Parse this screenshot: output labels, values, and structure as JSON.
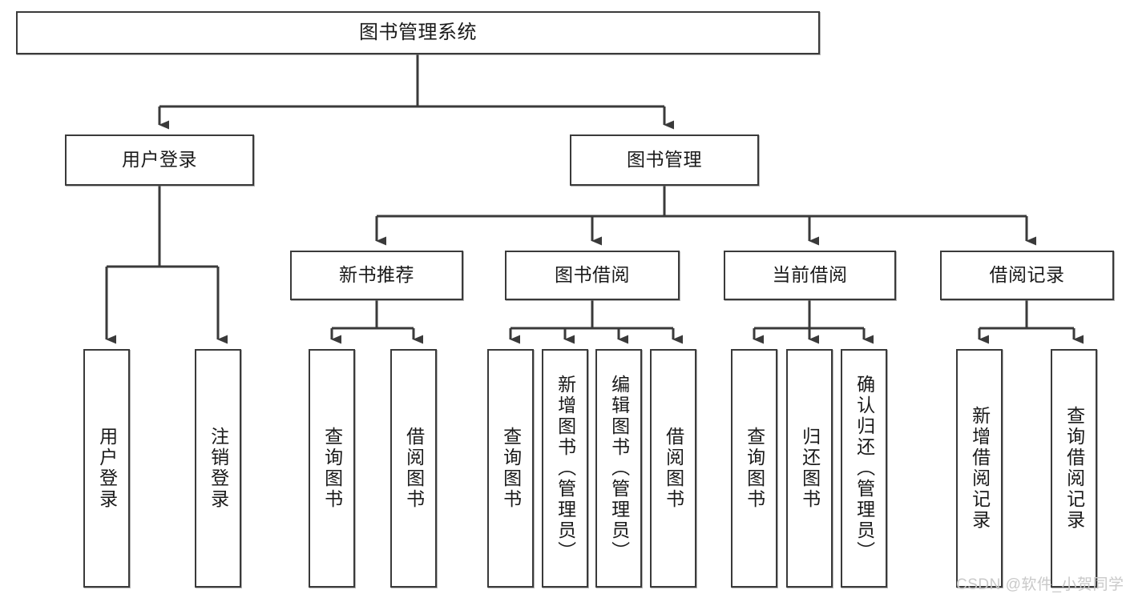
{
  "diagram": {
    "type": "tree-hierarchy-flowchart",
    "title": "图书管理系统",
    "stroke_color": "#3a3a3a",
    "fill_color": "#ffffff",
    "text_color": "#1a1a1a",
    "levels": 4,
    "nodes": {
      "root": {
        "label": "图书管理系统"
      },
      "level2": [
        {
          "label": "用户登录"
        },
        {
          "label": "图书管理"
        }
      ],
      "level3": [
        {
          "label": "新书推荐"
        },
        {
          "label": "图书借阅"
        },
        {
          "label": "当前借阅"
        },
        {
          "label": "借阅记录"
        }
      ],
      "leaves": [
        {
          "label": "用户登录"
        },
        {
          "label": "注销登录"
        },
        {
          "label": "查询图书"
        },
        {
          "label": "借阅图书"
        },
        {
          "label": "查询图书"
        },
        {
          "label": "新增图书（管理员）"
        },
        {
          "label": "编辑图书（管理员）"
        },
        {
          "label": "借阅图书"
        },
        {
          "label": "查询图书"
        },
        {
          "label": "归还图书"
        },
        {
          "label": "确认归还（管理员）"
        },
        {
          "label": "新增借阅记录"
        },
        {
          "label": "查询借阅记录"
        }
      ]
    },
    "edges": [
      {
        "from": "图书管理系统",
        "to": "用户登录"
      },
      {
        "from": "图书管理系统",
        "to": "图书管理"
      },
      {
        "from": "用户登录",
        "to": "用户登录"
      },
      {
        "from": "用户登录",
        "to": "注销登录"
      },
      {
        "from": "图书管理",
        "to": "新书推荐"
      },
      {
        "from": "图书管理",
        "to": "图书借阅"
      },
      {
        "from": "图书管理",
        "to": "当前借阅"
      },
      {
        "from": "图书管理",
        "to": "借阅记录"
      },
      {
        "from": "新书推荐",
        "to": "查询图书"
      },
      {
        "from": "新书推荐",
        "to": "借阅图书"
      },
      {
        "from": "图书借阅",
        "to": "查询图书"
      },
      {
        "from": "图书借阅",
        "to": "新增图书（管理员）"
      },
      {
        "from": "图书借阅",
        "to": "编辑图书（管理员）"
      },
      {
        "from": "图书借阅",
        "to": "借阅图书"
      },
      {
        "from": "当前借阅",
        "to": "查询图书"
      },
      {
        "from": "当前借阅",
        "to": "归还图书"
      },
      {
        "from": "当前借阅",
        "to": "确认归还（管理员）"
      },
      {
        "from": "借阅记录",
        "to": "新增借阅记录"
      },
      {
        "from": "借阅记录",
        "to": "查询借阅记录"
      }
    ]
  },
  "watermark": {
    "text": "CSDN @软件_小贺同学"
  }
}
